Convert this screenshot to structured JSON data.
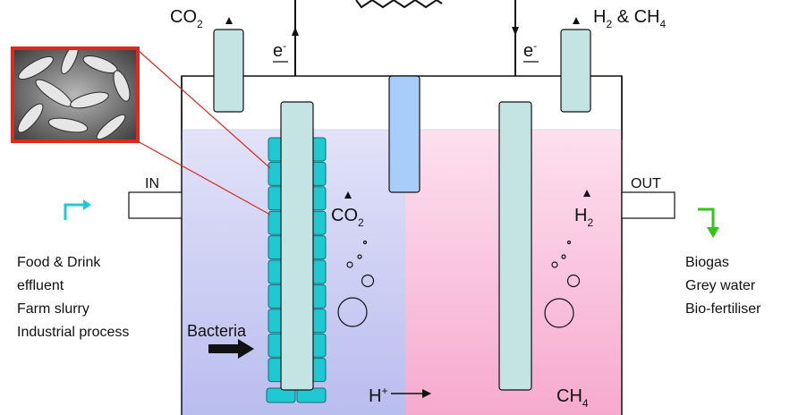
{
  "colors": {
    "anode_chamber": "#c8cbef",
    "cathode_chamber": "#f8b6d6",
    "electrode": "#c4e3e3",
    "membrane": "#a9cdfa",
    "bacteria": "#1fc9d2",
    "inlet_arrow": "#1fc9d6",
    "outlet_arrow": "#35c515",
    "inset_border": "#dd2a1e"
  },
  "labels": {
    "co2_gas": "CO",
    "co2_gas_sub": "2",
    "h2_ch4_gas_a": "H",
    "h2_ch4_gas_sub": "2",
    "h2_ch4_gas_b": " & CH",
    "h2_ch4_gas_sub2": "4",
    "electron_left": "e",
    "electron_left_sup": "-",
    "electron_right": "e",
    "electron_right_sup": "-",
    "inlet": "IN",
    "outlet": "OUT",
    "co2_bubble": "CO",
    "co2_bubble_sub": "2",
    "h2_bubble": "H",
    "h2_bubble_sub": "2",
    "proton": "H",
    "proton_sup": "+",
    "ch4": "CH",
    "ch4_sub": "4",
    "bacteria": "Bacteria"
  },
  "inputs": [
    "Food & Drink",
    "effluent",
    "Farm slurry",
    "Industrial process"
  ],
  "outputs": [
    "Biogas",
    "Grey water",
    "Bio-fertiliser"
  ],
  "icons": [
    "inlet-arrow-icon",
    "outlet-arrow-icon",
    "bacteria-arrow-icon",
    "resistor-icon",
    "bacteria-micrograph-icon"
  ]
}
